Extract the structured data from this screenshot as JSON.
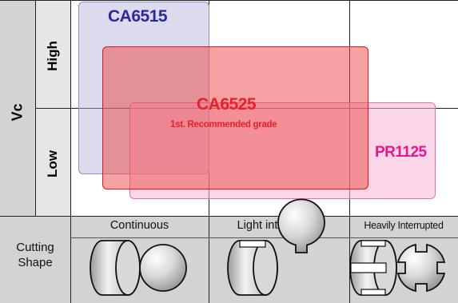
{
  "axis": {
    "vc_label": "Vc",
    "high_label": "High",
    "low_label": "Low"
  },
  "grades": {
    "ca6515": {
      "name": "CA6515",
      "color": "#2a2a9a"
    },
    "ca6525": {
      "name": "CA6525",
      "note": "1st. Recommended grade",
      "color": "#e8202a"
    },
    "pr1125": {
      "name": "PR1125",
      "color": "#e6178c"
    }
  },
  "bottom": {
    "row_label_line1": "Cutting",
    "row_label_line2": "Shape",
    "shapes": [
      {
        "label": "Continuous"
      },
      {
        "label": "Light interrupted"
      },
      {
        "label": "Heavily Interrupted"
      }
    ]
  }
}
